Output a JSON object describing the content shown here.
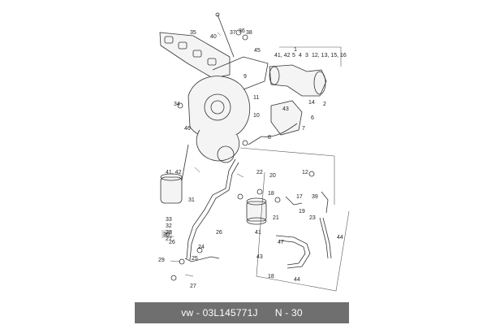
{
  "caption": {
    "brand": "vw",
    "separator": " - ",
    "part_number": "03L145771J",
    "reference": "N - 30"
  },
  "highlighted_callout": "30",
  "callouts": {
    "c35": "35",
    "c40": "40",
    "c37": "37",
    "c36": "36",
    "c38": "38",
    "c1": "1",
    "c41_42": "41, 42",
    "c5": "5",
    "c4": "4",
    "c3": "3",
    "c12_16": "12, 13, 15, 16",
    "c45": "45",
    "c9": "9",
    "c34": "34",
    "c11": "11",
    "c46": "46",
    "c14": "14",
    "c2": "2",
    "c43a": "43",
    "c6": "6",
    "c10": "10",
    "c7": "7",
    "c8": "8",
    "c22": "22",
    "c20": "20",
    "c21": "21",
    "c18": "18",
    "c17": "17",
    "c12": "12",
    "c39": "39",
    "c19": "19",
    "c23": "23",
    "c44a": "44",
    "c31": "31",
    "c33": "33",
    "c32": "32",
    "c28": "28",
    "c27": "27",
    "c30": "30",
    "c26": "26",
    "c26b": "26",
    "c29": "29",
    "c24": "24",
    "c25": "25",
    "c27b": "27",
    "c47": "47",
    "c43b": "43",
    "c18b": "18",
    "c44b": "44",
    "c41": "41"
  }
}
